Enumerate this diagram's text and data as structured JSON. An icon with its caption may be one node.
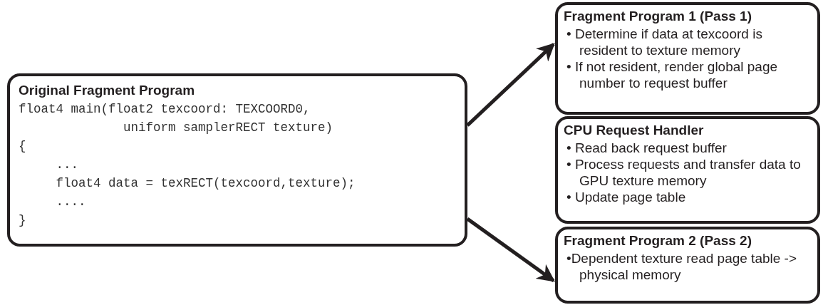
{
  "diagram": {
    "nodes": [
      {
        "text": [
          "Original Fragment Program",
          "float4 main(float2 texcoord: TEXCOORD0,",
          "              uniform samplerRECT texture)",
          "{",
          "     ...",
          "     float4 data = texRECT(texcoord,texture);",
          "     ....",
          "}"
        ]
      },
      {
        "text": [
          "Fragment Program 1 (Pass 1)",
          "• Determine if data at texcoord is resident to texture memory",
          "• If not resident, render global page number to request buffer"
        ]
      },
      {
        "text": [
          "CPU Request Handler",
          "• Read back request buffer",
          "• Process requests and transfer data to GPU texture memory",
          "• Update page table"
        ]
      },
      {
        "text": [
          "Fragment Program 2 (Pass 2)",
          "•Dependent texture read page table -> physical memory"
        ]
      }
    ],
    "edges": [
      {
        "from": 0,
        "to": 1,
        "arrow": "to"
      },
      {
        "from": 0,
        "to": 3,
        "arrow": "to"
      }
    ]
  }
}
